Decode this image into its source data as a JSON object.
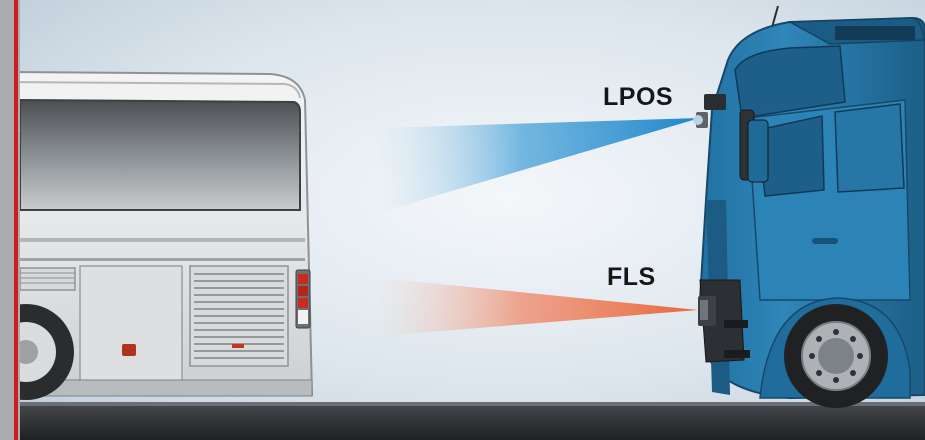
{
  "labels": {
    "lpos": "LPOS",
    "fls": "FLS"
  },
  "colors": {
    "background": "#dfe7ee",
    "lpos_beam": "#1f86c9",
    "fls_beam": "#e8683b",
    "truck_body": "#2e82b3",
    "bus_body": "#ececec",
    "road": "#2e3033",
    "frame_accent": "#d21b1b"
  },
  "icons": {
    "bus": "coach-bus-rear",
    "truck": "truck-cab-front",
    "lpos_sensor": "camera-sensor",
    "fls_sensor": "radar-sensor"
  }
}
